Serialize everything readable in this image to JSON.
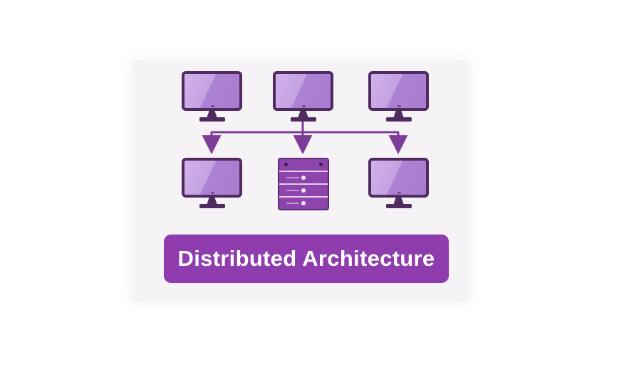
{
  "diagram": {
    "title": "Distributed Architecture",
    "colors": {
      "card_bg": "#f5f3f6",
      "banner": "#8e3cae",
      "banner_text": "#ffffff",
      "monitor_frame": "#4f2b60",
      "monitor_screen": "#b991dc",
      "server_body": "#8e44ad",
      "connector": "#7d3c98"
    },
    "nodes": {
      "top_row": [
        "client-monitor-1",
        "client-monitor-2",
        "client-monitor-3"
      ],
      "bottom_row": [
        "client-monitor-4",
        "server-rack",
        "client-monitor-5"
      ]
    }
  }
}
